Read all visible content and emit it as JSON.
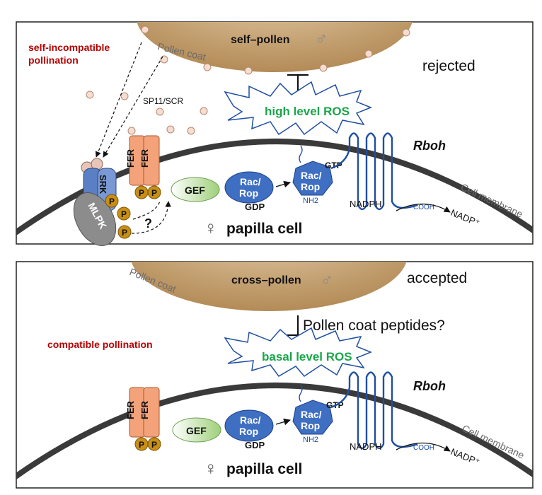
{
  "top_panel": {
    "pollen_label": "self–pollen",
    "male_symbol": "♂",
    "outcome": "rejected",
    "pollination_type": [
      "self-incompatible",
      "pollination"
    ],
    "pollen_coat": "Pollen coat",
    "ligand": "SP11/SCR",
    "ros": "high level ROS",
    "rboh": "Rboh",
    "cell_membrane": "Cell membrane",
    "srk": "SRK",
    "mlpk": "MLPK",
    "fer": "FER",
    "phospho": "P",
    "question": "?",
    "gef": "GEF",
    "rac_rop": [
      "Rac/",
      "Rop"
    ],
    "gdp": "GDP",
    "gtp": "GTP",
    "nh2": "NH2",
    "nadph": "NADPH",
    "cooh": "COOH",
    "nadp": "NADP⁺",
    "female_symbol": "♀",
    "cell_label": "papilla cell"
  },
  "bottom_panel": {
    "pollen_label": "cross–pollen",
    "male_symbol": "♂",
    "outcome": "accepted",
    "pollination_type": "compatible pollination",
    "pollen_coat": "Pollen coat",
    "peptides": "Pollen coat peptides?",
    "ros": "basal level ROS",
    "rboh": "Rboh",
    "cell_membrane": "Cell membrane",
    "fer": "FER",
    "phospho": "P",
    "gef": "GEF",
    "rac_rop": [
      "Rac/",
      "Rop"
    ],
    "gdp": "GDP",
    "gtp": "GTP",
    "nh2": "NH2",
    "nadph": "NADPH",
    "cooh": "COOH",
    "nadp": "NADP⁺",
    "female_symbol": "♀",
    "cell_label": "papilla cell"
  },
  "colors": {
    "pollen_fill": "#c9a77a",
    "cell_membrane": "#3a3a3a",
    "ros_text": "#1aa64a",
    "receptor_blue": "#5b7fc4",
    "fer_orange": "#f4a27a",
    "gef_green": "#d6ebc0",
    "rac_blue": "#3f6fc2",
    "phospho_gold": "#c98f14",
    "title_red": "#b40000"
  }
}
